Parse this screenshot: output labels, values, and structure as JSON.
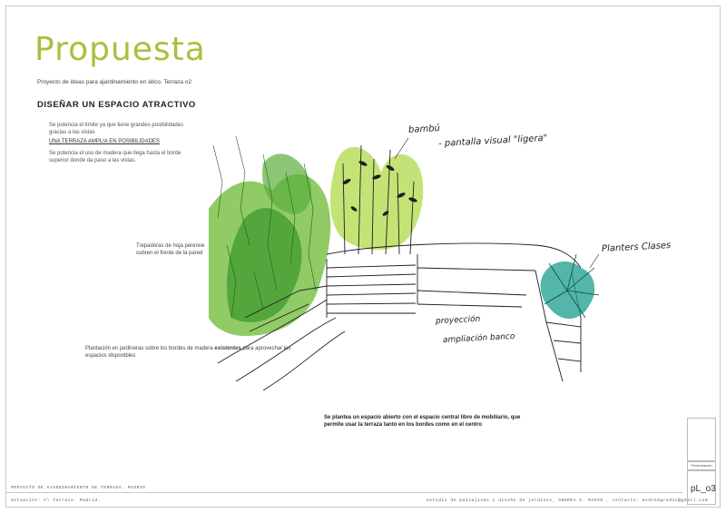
{
  "title": "Propuesta",
  "subtitle": "Proyecto de ideas para ajardinamiento en ático. Terraza o2",
  "heading": "DISEÑAR UN ESPACIO ATRACTIVO",
  "paragraphs": {
    "p1": "Se potencia el límite ya que tiene grandes posibilidades gracias a las vistas",
    "p2": "UNA TERRAZA AMPLIA EN POSIBILIDADES",
    "p3": "Se potencia el uso de madera que llega hasta el borde superior donde da paso a las vistas."
  },
  "annotations": {
    "left": "Trepadoras de hoja perenne cubren el frente de la pared",
    "bottom_prefix": "Plantación en jardineras sobre los bordes de madera ",
    "bottom_bold": "existentes",
    "bottom_suffix": " para aprovechar los espacios disponibles",
    "center": "Se plantea un espacio abierto con el espacio central libre de mobiliario, que permite usar la terraza tanto en los bordes como en el centro"
  },
  "handwritten": {
    "bamboo": "bambú",
    "screen": "- pantalla visual \"ligera\"",
    "planters": "Planters Clases",
    "projection": "proyección",
    "bench": "ampliación banco"
  },
  "footer": {
    "project": "PROYECTO DE AJARDINAMIENTO DE TERRAZA. MADRID",
    "location": "Situación: C\\ Terraza. Madrid.",
    "studio": "estudio de paisajismo y diseño de jardines_ ANDREA G. RADIO _ contacto: andreagradio@gmail.com"
  },
  "sheet": {
    "label": "Presentación",
    "number": "pL_o3"
  },
  "colors": {
    "accent": "#a6c23c",
    "foliage_light": "#7cc24a",
    "foliage_dark": "#3f9a2f",
    "bamboo_green": "#b5dc55",
    "planter_teal": "#1a9e8c"
  }
}
